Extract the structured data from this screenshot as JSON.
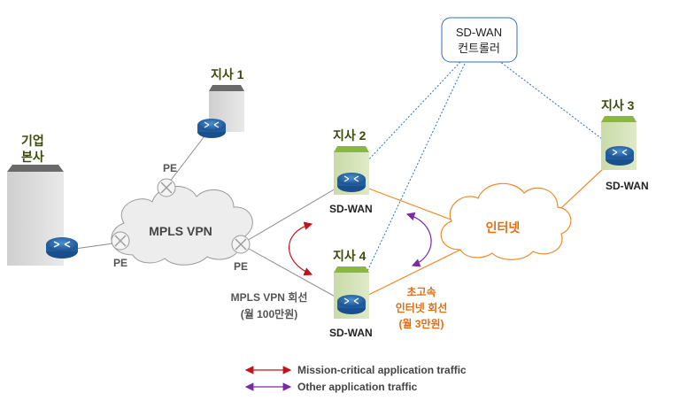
{
  "hq": {
    "line1": "기업",
    "line2": "본사"
  },
  "branch1": {
    "label": "지사 1"
  },
  "branch2": {
    "label": "지사 2",
    "device": "SD-WAN"
  },
  "branch3": {
    "label": "지사 3",
    "device": "SD-WAN"
  },
  "branch4": {
    "label": "지사 4",
    "device": "SD-WAN"
  },
  "controller": {
    "line1": "SD-WAN",
    "line2": "컨트롤러"
  },
  "mpls": {
    "cloud_label": "MPLS VPN",
    "pe_labels": [
      "PE",
      "PE",
      "PE"
    ],
    "circuit_line1": "MPLS VPN 회선",
    "circuit_line2": "(월 100만원)"
  },
  "internet": {
    "cloud_label": "인터넷",
    "circuit_line1": "초고속",
    "circuit_line2": "인터넷 회선",
    "circuit_line3": "(월 3만원)"
  },
  "legend": {
    "items": [
      {
        "label": "Mission-critical application traffic",
        "color": "#c0141c"
      },
      {
        "label": "Other application traffic",
        "color": "#7a2aa8"
      }
    ]
  },
  "colors": {
    "orange": "#f08a2c",
    "blue_dotted": "#2f6fb8",
    "label_olive": "#3b4a0a",
    "internet_orange": "#e06f12"
  }
}
